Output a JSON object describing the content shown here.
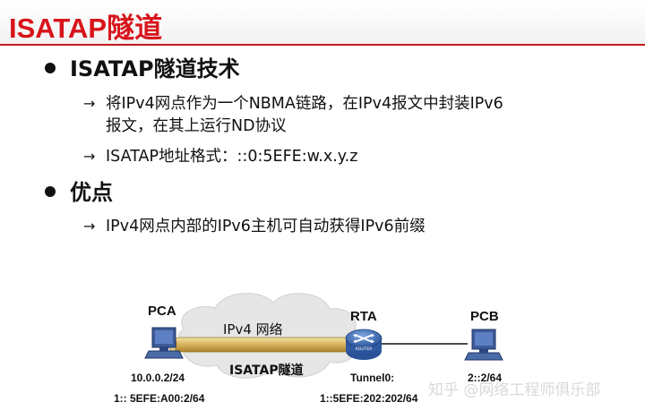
{
  "slide": {
    "title": "ISATAP隧道",
    "bullets": [
      {
        "heading": "ISATAP隧道技术",
        "items": [
          "将IPv4网点作为一个NBMA链路，在IPv4报文中封装IPv6",
          "报文，在其上运行ND协议",
          "ISATAP地址格式：::0:5EFE:w.x.y.z"
        ]
      },
      {
        "heading": "优点",
        "items": [
          "IPv4网点内部的IPv6主机可自动获得IPv6前缀"
        ]
      }
    ],
    "arrow_glyph": "→"
  },
  "diagram": {
    "pca": {
      "name": "PCA",
      "ipv4": "10.0.0.2/24",
      "ipv6": "1:: 5EFE:A00:2/64"
    },
    "cloud": {
      "label": "IPv4 网络"
    },
    "tunnel": {
      "label": "ISATAP隧道"
    },
    "rta": {
      "name": "RTA",
      "interface": "Tunnel0:",
      "ipv6": "1::5EFE:202:202/64",
      "router_text": "ROUTER"
    },
    "pcb": {
      "name": "PCB",
      "ipv6": "2::2/64"
    }
  },
  "watermark": "知乎 @网络工程师俱乐部",
  "colors": {
    "title_red": "#d8141b",
    "cloud_fill": "#e6e6e6",
    "tunnel_gold": "#d7b25a",
    "router_blue": "#3566b0",
    "pc_blue": "#3d5b98"
  }
}
